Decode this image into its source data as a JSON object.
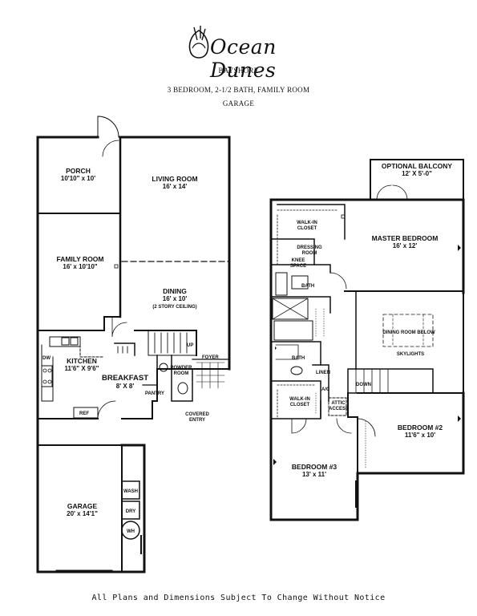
{
  "header": {
    "brand": "Ocean Dunes",
    "model": "BAYSHORE",
    "description": "3 BEDROOM, 2-1/2 BATH, FAMILY ROOM",
    "subtitle": "GARAGE"
  },
  "first_floor": {
    "porch": {
      "name": "PORCH",
      "dim": "10'10\" x 10'"
    },
    "living_room": {
      "name": "LIVING ROOM",
      "dim": "16' x 14'"
    },
    "family_room": {
      "name": "FAMILY ROOM",
      "dim": "16' x 10'10\""
    },
    "dining": {
      "name": "DINING",
      "dim": "16' x 10'",
      "note": "(2 STORY CEILING)"
    },
    "kitchen": {
      "name": "KITCHEN",
      "dim": "11'6\" X 9'6\""
    },
    "breakfast": {
      "name": "BREAKFAST",
      "dim": "8' X 8'"
    },
    "powder_room": "POWDER ROOM",
    "foyer": "FOYER",
    "pantry": "PANTRY",
    "up": "UP",
    "dw": "DW",
    "ref": "REF",
    "covered_entry": "COVERED ENTRY",
    "garage": {
      "name": "GARAGE",
      "dim": "20' x 14'1\""
    },
    "wash": "WASH",
    "dry": "DRY",
    "wh": "WH"
  },
  "second_floor": {
    "optional_balcony": {
      "name": "OPTIONAL BALCONY",
      "dim": "12' X 5'-0\""
    },
    "walk_in_closet_1": "WALK-IN CLOSET",
    "master_bedroom": {
      "name": "MASTER BEDROOM",
      "dim": "16' x 12'"
    },
    "dressing_room": "DRESSING ROOM",
    "knee_space": "KNEE SPACE",
    "bath_1": "BATH",
    "dining_room_below": "DINING ROOM BELOW",
    "skylights": "SKYLIGHTS",
    "bath_2": "BATH",
    "linen": "LINEN",
    "down": "DOWN",
    "walk_in_closet_2": "WALK-IN CLOSET",
    "ac": "A/C",
    "attic_access": "ATTIC ACCESS",
    "bedroom_2": {
      "name": "BEDROOM #2",
      "dim": "11'6\" x 10'"
    },
    "bedroom_3": {
      "name": "BEDROOM #3",
      "dim": "13' x 11'"
    }
  },
  "footer": "All Plans and Dimensions Subject To Change Without Notice"
}
